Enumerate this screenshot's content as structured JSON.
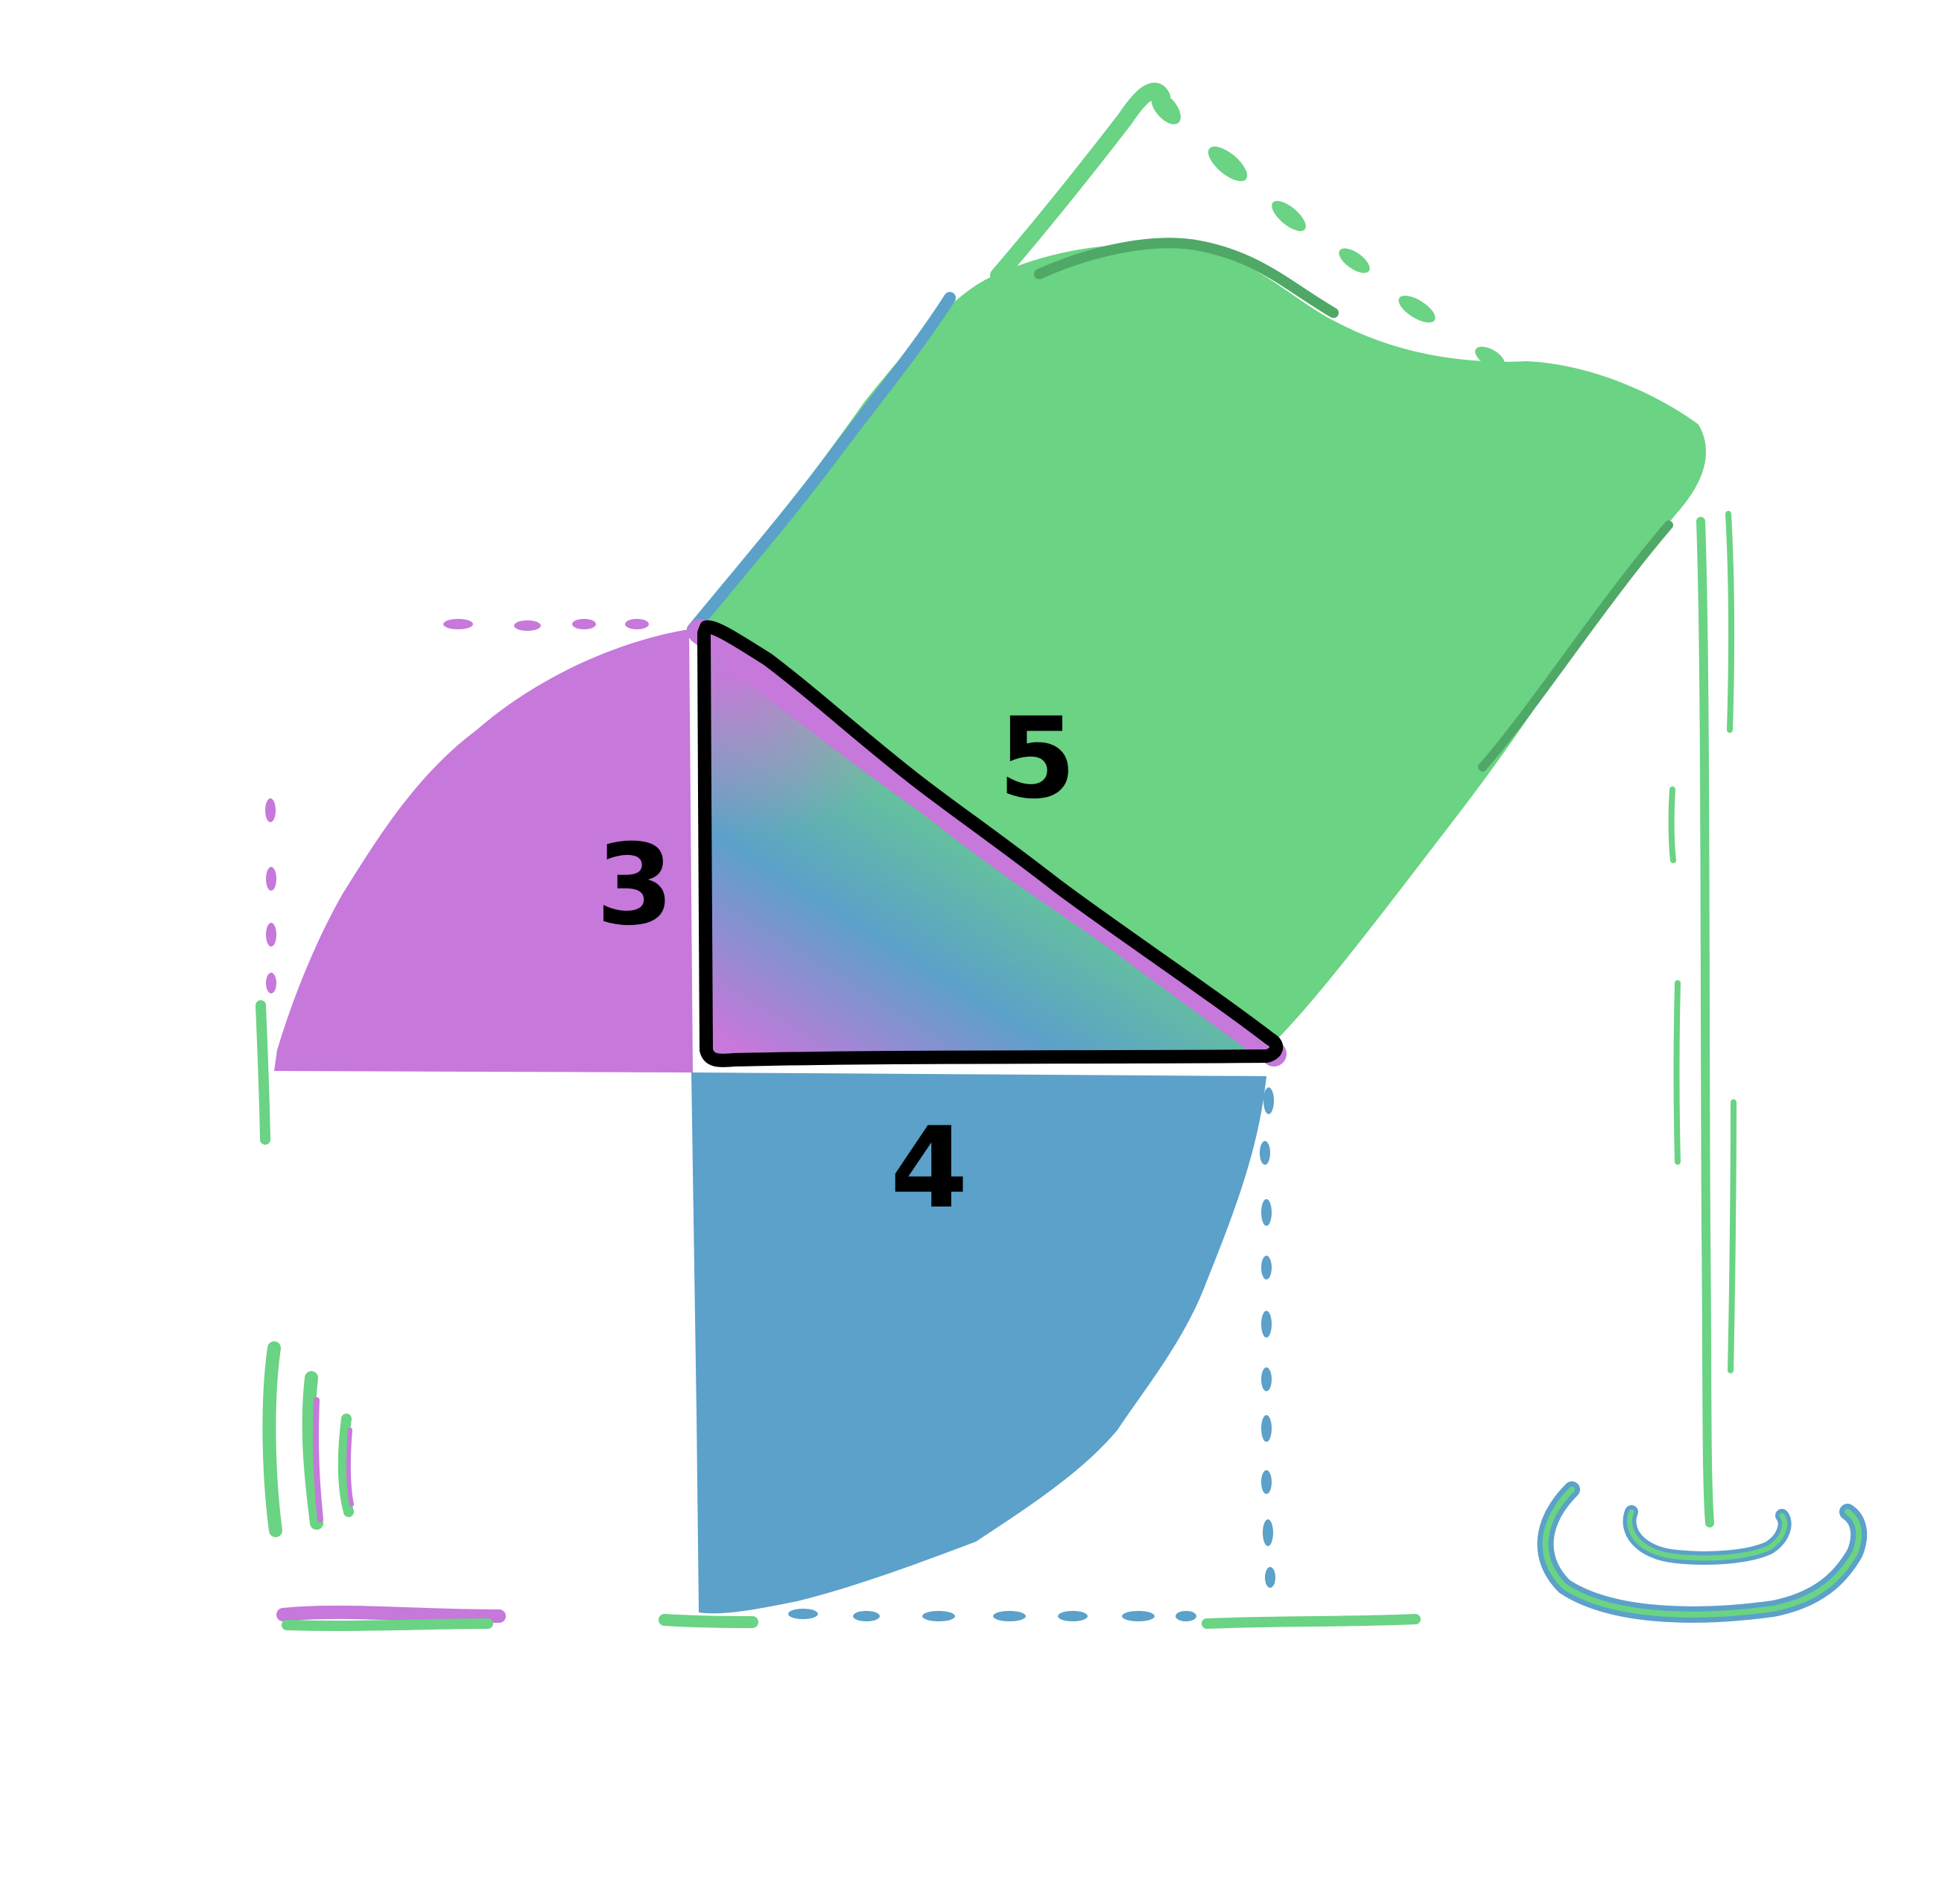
{
  "diagram": {
    "kind": "pythagorean-theorem-illustration",
    "triangle": {
      "legs": [
        "3",
        "4"
      ],
      "hypotenuse": "5"
    },
    "labels": {
      "side_a": "3",
      "side_b": "4",
      "side_c": "5"
    },
    "colors": {
      "purple": "#c678db",
      "blue": "#5ba1c9",
      "green": "#6ad384",
      "green_dark": "#4fa866",
      "outline": "#000000",
      "background": "#ffffff"
    }
  }
}
